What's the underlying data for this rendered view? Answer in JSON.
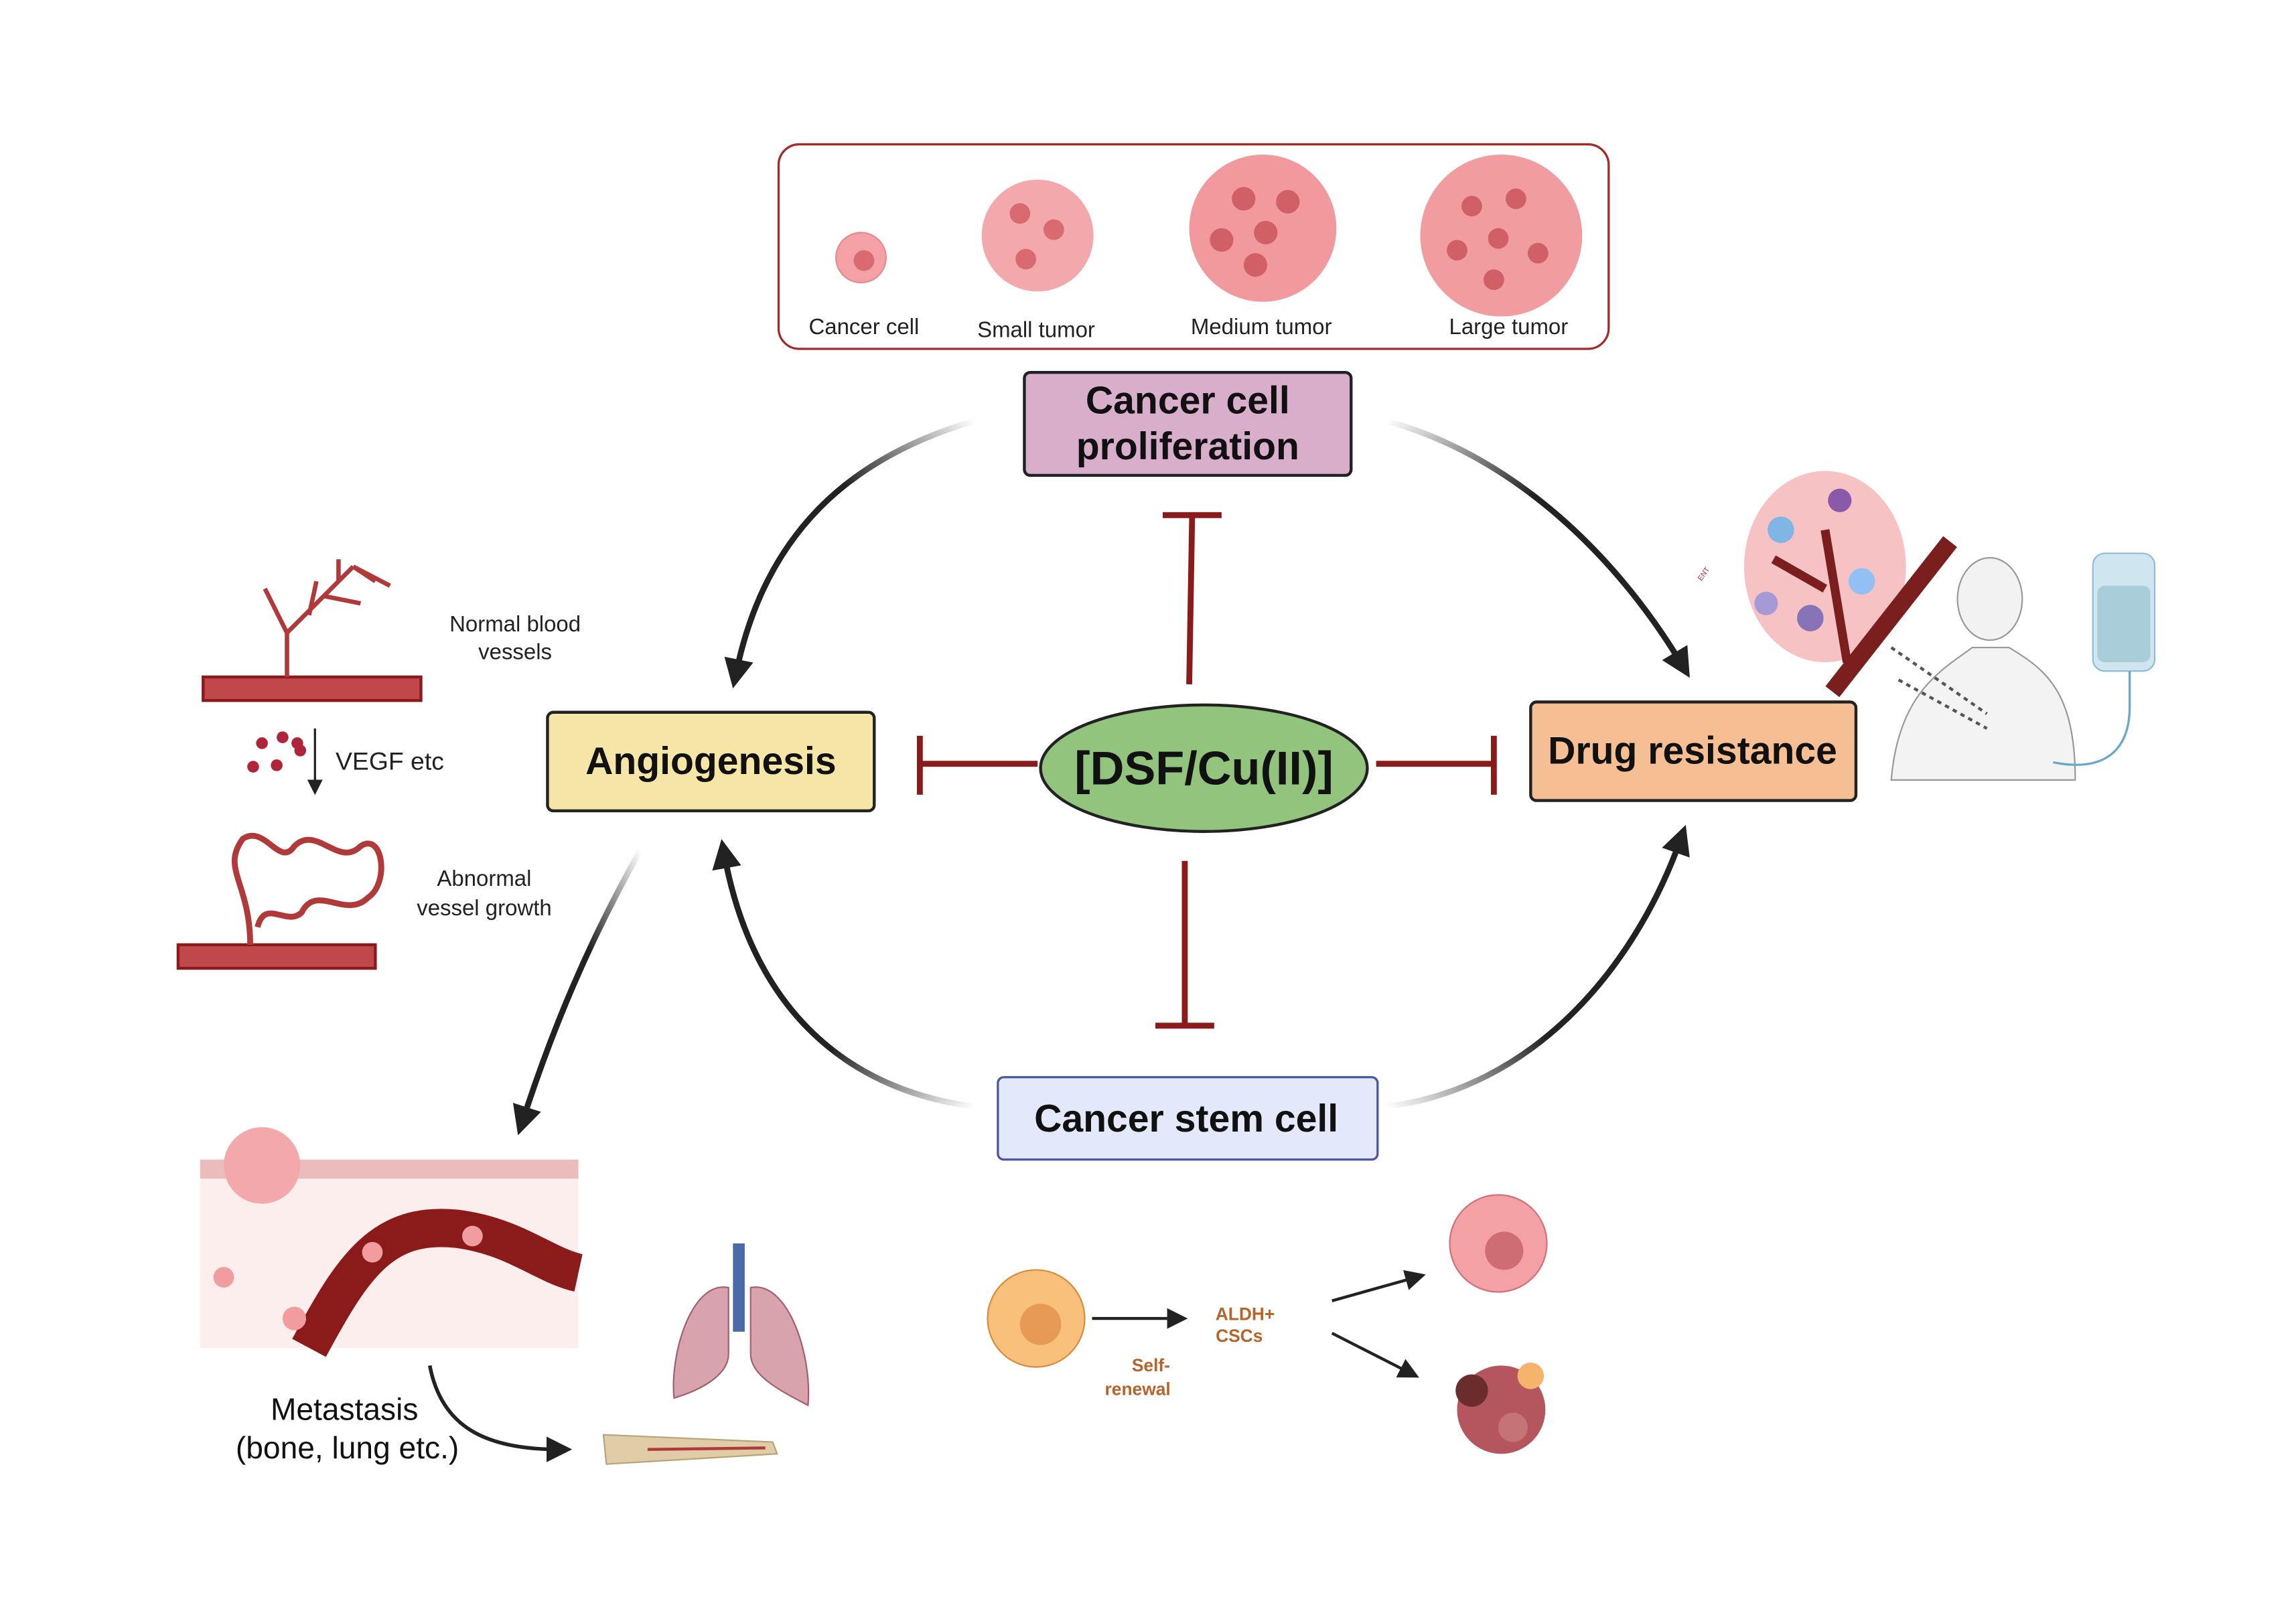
{
  "center": {
    "label": "[DSF/Cu(II)]",
    "color": "#93c47d"
  },
  "nodes": {
    "proliferation": {
      "line1": "Cancer cell",
      "line2": "proliferation",
      "color": "#d9aecb"
    },
    "angiogenesis": {
      "label": "Angiogenesis",
      "color": "#f5e6a8"
    },
    "drug_resistance": {
      "label": "Drug resistance",
      "color": "#f6bf93"
    },
    "stem_cell": {
      "label": "Cancer stem cell",
      "color": "#e3e9fb"
    }
  },
  "tumor_panel": {
    "items": [
      "Cancer cell",
      "Small tumor",
      "Medium tumor",
      "Large tumor"
    ],
    "border_color": "#a52a2a"
  },
  "vessels": {
    "normal_line1": "Normal blood",
    "normal_line2": "vessels",
    "vegf": "VEGF etc",
    "abnormal_line1": "Abnormal",
    "abnormal_line2": "vessel growth"
  },
  "metastasis": {
    "line1": "Metastasis",
    "line2": "(bone, lung etc.)"
  },
  "csc": {
    "aldh_line1": "ALDH+",
    "aldh_line2": "CSCs",
    "self_line1": "Self-",
    "self_line2": "renewal",
    "text_color": "#b5652a"
  },
  "drug_panel": {
    "tiny_label": "ENT"
  },
  "inhibit_color": "#8b1a1a"
}
